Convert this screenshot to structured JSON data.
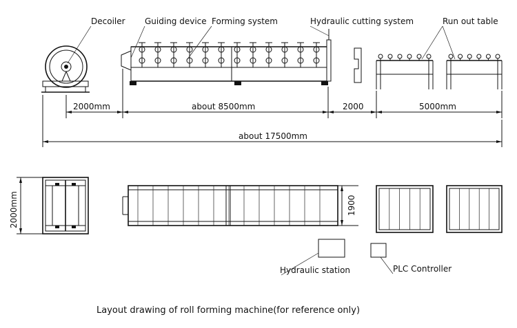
{
  "labels": {
    "decoiler": "Decoiler",
    "guiding_device": "Guiding device",
    "forming_system": "Forming system",
    "hydraulic_cutting_system": "Hydraulic cutting system",
    "run_out_table": "Run out table",
    "hydraulic_station": "Hydraulic station",
    "plc_controller": "PLC Controller"
  },
  "dimensions": {
    "decoiler_gap": "2000mm",
    "forming_length": "about 8500mm",
    "cutting_gap": "2000",
    "table_length": "5000mm",
    "total_length": "about 17500mm",
    "width": "2000mm",
    "forming_width": "1900"
  },
  "caption": "Layout drawing of roll forming machine(for reference only)"
}
